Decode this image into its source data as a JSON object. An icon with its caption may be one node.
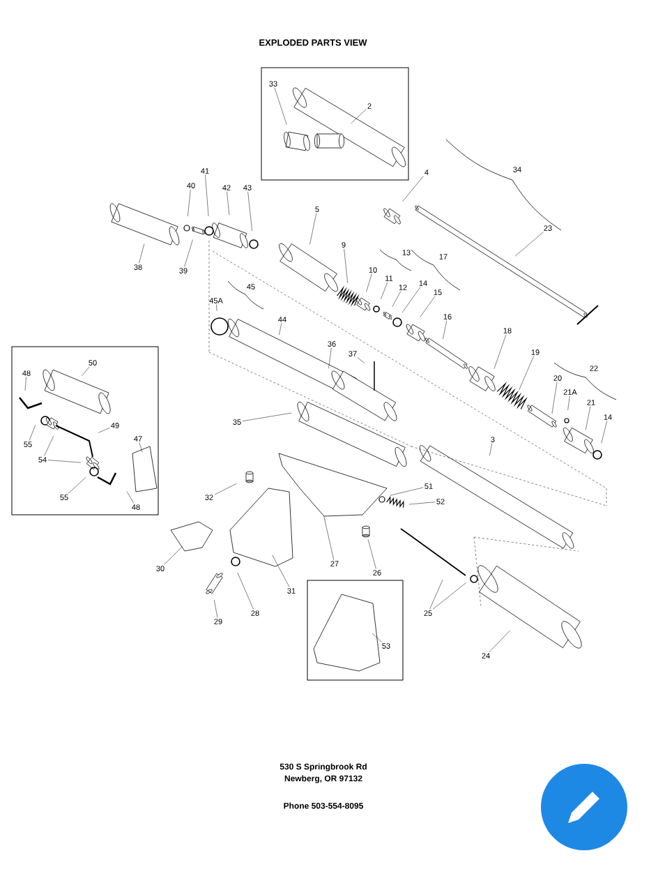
{
  "diagram": {
    "title": "EXPLODED PARTS VIEW",
    "nodes": [
      {
        "text": [],
        "shape": "box"
      },
      {
        "text": [
          "33"
        ],
        "in": 0
      },
      {
        "text": [
          "2"
        ],
        "in": 0
      },
      {
        "text": [
          "4"
        ]
      },
      {
        "text": [
          "41"
        ]
      },
      {
        "text": [
          "40"
        ]
      },
      {
        "text": [
          "42"
        ]
      },
      {
        "text": [
          "43"
        ]
      },
      {
        "text": [
          "5"
        ]
      },
      {
        "text": [
          "38"
        ]
      },
      {
        "text": [
          "39"
        ]
      },
      {
        "text": [
          "23"
        ]
      },
      {
        "text": [
          "9"
        ]
      },
      {
        "text": [
          "10"
        ]
      },
      {
        "text": [
          "11"
        ]
      },
      {
        "text": [
          "12"
        ]
      },
      {
        "text": [
          "14"
        ]
      },
      {
        "text": [
          "15"
        ]
      },
      {
        "text": [
          "16"
        ]
      },
      {
        "text": [
          "45A"
        ]
      },
      {
        "text": [
          "44"
        ]
      },
      {
        "text": [
          "18"
        ]
      },
      {
        "text": [
          "19"
        ]
      },
      {
        "text": [
          "36"
        ]
      },
      {
        "text": [
          "37"
        ]
      },
      {
        "text": [
          "20"
        ]
      },
      {
        "text": [
          "21A"
        ]
      },
      {
        "text": [
          "21"
        ]
      },
      {
        "text": [
          "14"
        ]
      },
      {
        "text": [
          "35"
        ]
      },
      {
        "text": [
          "3"
        ]
      },
      {
        "text": [
          "32"
        ]
      },
      {
        "text": [
          "51"
        ]
      },
      {
        "text": [
          "52"
        ]
      },
      {
        "text": [
          "30"
        ]
      },
      {
        "text": [
          "27"
        ]
      },
      {
        "text": [
          "26"
        ]
      },
      {
        "text": [
          "31"
        ]
      },
      {
        "text": [
          "28"
        ]
      },
      {
        "text": [
          "29"
        ]
      },
      {
        "text": [
          "25"
        ]
      },
      {
        "text": [
          "24"
        ]
      },
      {
        "text": [],
        "shape": "box"
      },
      {
        "text": [
          "50"
        ],
        "in": 42
      },
      {
        "text": [
          "48"
        ],
        "in": 42
      },
      {
        "text": [
          "55"
        ],
        "in": 42
      },
      {
        "text": [
          "54"
        ],
        "in": 42
      },
      {
        "text": [
          "49"
        ],
        "in": 42
      },
      {
        "text": [
          "47"
        ],
        "in": 42
      },
      {
        "text": [
          "55"
        ],
        "in": 42
      },
      {
        "text": [
          "48"
        ],
        "in": 42
      },
      {
        "text": [],
        "shape": "box"
      },
      {
        "text": [
          "53"
        ],
        "in": 51
      }
    ],
    "edges": [
      {
        "from": 1,
        "to": null,
        "arrow": "none"
      },
      {
        "from": 2,
        "to": null,
        "arrow": "none"
      },
      {
        "from": 3,
        "to": null,
        "arrow": "none"
      },
      {
        "from": 4,
        "to": null,
        "arrow": "none"
      },
      {
        "from": 5,
        "to": null,
        "arrow": "none"
      },
      {
        "from": 6,
        "to": null,
        "arrow": "none"
      },
      {
        "from": 7,
        "to": null,
        "arrow": "none"
      },
      {
        "from": 8,
        "to": null,
        "arrow": "none"
      },
      {
        "from": 9,
        "to": null,
        "arrow": "none"
      },
      {
        "from": 10,
        "to": null,
        "arrow": "none"
      },
      {
        "from": 11,
        "to": null,
        "arrow": "none"
      },
      {
        "from": 12,
        "to": null,
        "arrow": "none"
      },
      {
        "from": 13,
        "to": null,
        "arrow": "none"
      },
      {
        "from": 14,
        "to": null,
        "arrow": "none"
      },
      {
        "from": 15,
        "to": null,
        "arrow": "none"
      },
      {
        "from": 16,
        "to": null,
        "arrow": "none"
      },
      {
        "from": 17,
        "to": null,
        "arrow": "none"
      },
      {
        "from": 18,
        "to": null,
        "arrow": "none"
      },
      {
        "from": 19,
        "to": null,
        "arrow": "none"
      },
      {
        "from": 20,
        "to": null,
        "arrow": "none"
      },
      {
        "from": 21,
        "to": null,
        "arrow": "none"
      },
      {
        "from": 22,
        "to": null,
        "arrow": "none"
      },
      {
        "from": 23,
        "to": null,
        "arrow": "none"
      },
      {
        "from": 24,
        "to": null,
        "arrow": "none"
      },
      {
        "from": 25,
        "to": null,
        "arrow": "none"
      },
      {
        "from": 26,
        "to": null,
        "arrow": "none"
      },
      {
        "from": 27,
        "to": null,
        "arrow": "none"
      },
      {
        "from": 28,
        "to": null,
        "arrow": "none"
      },
      {
        "from": 29,
        "to": null,
        "arrow": "none"
      },
      {
        "from": 30,
        "to": null,
        "arrow": "none"
      },
      {
        "from": 31,
        "to": null,
        "arrow": "none"
      },
      {
        "from": 32,
        "to": null,
        "arrow": "none"
      },
      {
        "from": 33,
        "to": null,
        "arrow": "none"
      },
      {
        "from": 34,
        "to": null,
        "arrow": "none"
      },
      {
        "from": 35,
        "to": null,
        "arrow": "none"
      },
      {
        "from": 36,
        "to": null,
        "arrow": "none"
      },
      {
        "from": 37,
        "to": null,
        "arrow": "none"
      },
      {
        "from": 38,
        "to": null,
        "arrow": "none"
      },
      {
        "from": 39,
        "to": null,
        "arrow": "none"
      },
      {
        "from": 40,
        "to": null,
        "arrow": "none"
      },
      {
        "from": 40,
        "to": null,
        "arrow": "none"
      },
      {
        "from": 41,
        "to": null,
        "arrow": "none"
      },
      {
        "from": 43,
        "to": null,
        "arrow": "none"
      },
      {
        "from": 44,
        "to": null,
        "arrow": "none"
      },
      {
        "from": 45,
        "to": null,
        "arrow": "none"
      },
      {
        "from": 46,
        "to": null,
        "arrow": "none"
      },
      {
        "from": 46,
        "to": null,
        "arrow": "none"
      },
      {
        "from": 47,
        "to": null,
        "arrow": "none"
      },
      {
        "from": 48,
        "to": null,
        "arrow": "none"
      },
      {
        "from": 49,
        "to": null,
        "arrow": "none"
      },
      {
        "from": 50,
        "to": null,
        "arrow": "none"
      },
      {
        "from": 52,
        "to": null,
        "arrow": "none"
      }
    ],
    "labels": [
      "34",
      "13",
      "17",
      "45",
      "22",
      "530 S Springbrook Rd",
      "Newberg, OR 97132",
      "Phone 503-554-8095"
    ]
  }
}
